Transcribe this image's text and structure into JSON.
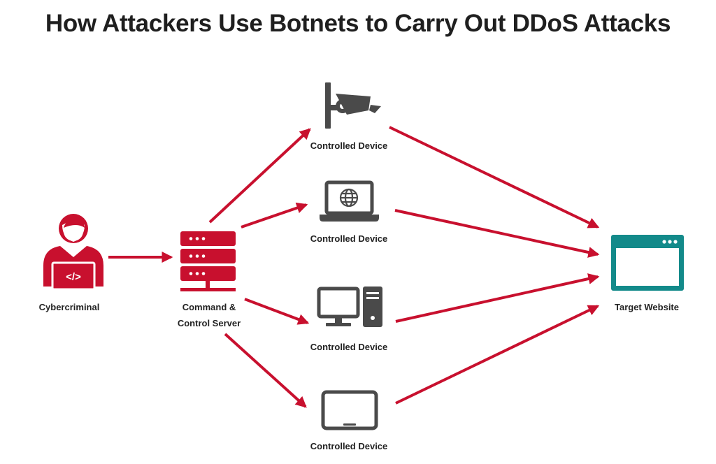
{
  "title": "How Attackers Use Botnets to Carry Out DDoS Attacks",
  "colors": {
    "accent_red": "#c8102e",
    "device_gray": "#4a4a4a",
    "target_teal": "#138a8a",
    "text": "#222222"
  },
  "nodes": {
    "cybercriminal": {
      "label": "Cybercriminal",
      "icon": "hacker-laptop-icon"
    },
    "server": {
      "label_line1": "Command &",
      "label_line2": "Control Server",
      "icon": "server-rack-icon"
    },
    "device_camera": {
      "label": "Controlled Device",
      "icon": "security-camera-icon"
    },
    "device_laptop": {
      "label": "Controlled Device",
      "icon": "laptop-globe-icon"
    },
    "device_desktop": {
      "label": "Controlled Device",
      "icon": "desktop-computer-icon"
    },
    "device_tablet": {
      "label": "Controlled Device",
      "icon": "tablet-icon"
    },
    "target": {
      "label": "Target Website",
      "icon": "browser-window-icon"
    }
  }
}
